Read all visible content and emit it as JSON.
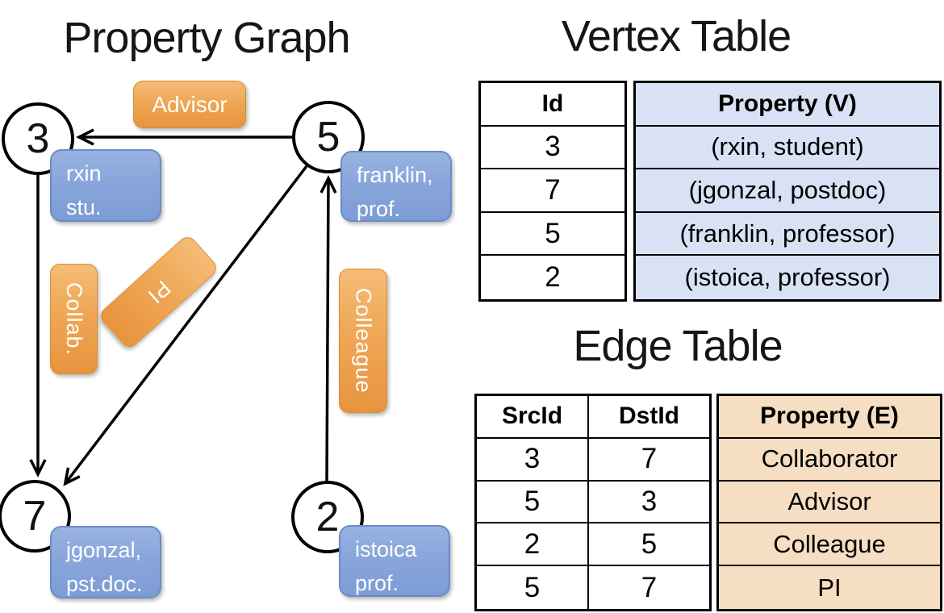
{
  "graph": {
    "title": "Property Graph",
    "nodes": [
      {
        "id": "3",
        "props": [
          "rxin",
          "stu."
        ]
      },
      {
        "id": "5",
        "props": [
          "franklin,",
          "prof."
        ]
      },
      {
        "id": "7",
        "props": [
          "jgonzal,",
          "pst.doc."
        ]
      },
      {
        "id": "2",
        "props": [
          "istoica",
          "prof."
        ]
      }
    ],
    "edges": [
      {
        "label": "Advisor"
      },
      {
        "label": "Collab."
      },
      {
        "label": "PI"
      },
      {
        "label": "Colleague"
      }
    ]
  },
  "vertex_table": {
    "title": "Vertex Table",
    "columns": {
      "id": "Id",
      "property": "Property (V)"
    },
    "rows": [
      {
        "id": "3",
        "property": "(rxin, student)"
      },
      {
        "id": "7",
        "property": "(jgonzal, postdoc)"
      },
      {
        "id": "5",
        "property": "(franklin, professor)"
      },
      {
        "id": "2",
        "property": "(istoica, professor)"
      }
    ]
  },
  "edge_table": {
    "title": "Edge Table",
    "columns": {
      "src": "SrcId",
      "dst": "DstId",
      "property": "Property (E)"
    },
    "rows": [
      {
        "src": "3",
        "dst": "7",
        "property": "Collaborator"
      },
      {
        "src": "5",
        "dst": "3",
        "property": "Advisor"
      },
      {
        "src": "2",
        "dst": "5",
        "property": "Colleague"
      },
      {
        "src": "5",
        "dst": "7",
        "property": "PI"
      }
    ]
  },
  "colors": {
    "edge_label_orange": "#E8943E",
    "vertex_box_blue": "#7D9CD4",
    "vertex_table_fill": "#D8E2F4",
    "edge_table_fill": "#F6DEC2",
    "line_black": "#000000"
  }
}
